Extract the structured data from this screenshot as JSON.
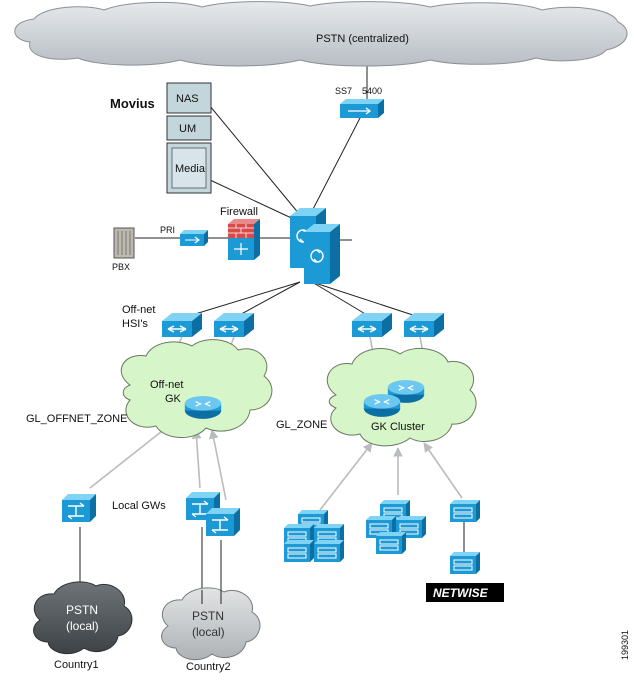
{
  "labels": {
    "pstn_central": "PSTN (centralized)",
    "ss7": "SS7",
    "n5400": "5400",
    "movius": "Movius",
    "nas": "NAS",
    "um": "UM",
    "media": "Media",
    "firewall": "Firewall",
    "pri": "PRI",
    "pbx": "PBX",
    "offnet_hsis_1": "Off-net",
    "offnet_hsis_2": "HSI's",
    "offnet_gk_1": "Off-net",
    "offnet_gk_2": "GK",
    "gl_offnet_zone": "GL_OFFNET_ZONE",
    "gl_zone": "GL_ZONE",
    "gk_cluster": "GK Cluster",
    "local_gws": "Local GWs",
    "pstn_local_1a": "PSTN",
    "pstn_local_1b": "(local)",
    "pstn_local_2a": "PSTN",
    "pstn_local_2b": "(local)",
    "country1": "Country1",
    "country2": "Country2",
    "netwise": "NETWISE",
    "fig_id": "199301"
  },
  "colors": {
    "device_blue": "#1a9fd8",
    "device_dark": "#0b6fa3",
    "cloud_grey": "#c9ced3",
    "cloud_green": "#d6f5c8",
    "cloud_dark": "#4f5558",
    "cloud_mid": "#c7cacc",
    "movius_box": "#c3d6dc",
    "firewall_red": "#d94a4a"
  },
  "icons": {
    "router": "router-icon",
    "switch": "switch-icon",
    "firewall": "firewall-icon",
    "server": "server-icon",
    "pbx": "pbx-icon"
  }
}
